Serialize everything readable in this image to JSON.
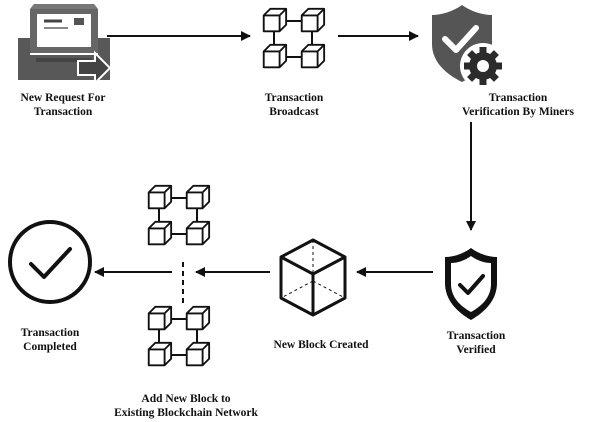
{
  "steps": {
    "new_request": {
      "line1": "New Request For",
      "line2": "Transaction"
    },
    "broadcast": {
      "line1": "Transaction",
      "line2": "Broadcast"
    },
    "verification": {
      "line1": "Transaction",
      "line2": "Verification By Miners"
    },
    "verified": {
      "line1": "Transaction",
      "line2": "Verified"
    },
    "new_block": {
      "line1": "New Block Created"
    },
    "add_block": {
      "line1": "Add New Block to",
      "line2": "Existing Blockchain Network"
    },
    "completed": {
      "line1": "Transaction",
      "line2": "Completed"
    }
  },
  "colors": {
    "ink": "#111111",
    "icon_fill": "#555555",
    "icon_dark": "#2b2b2b",
    "background": "#ffffff"
  },
  "icons": [
    "envelope-tray-icon",
    "blockchain-cubes-icon",
    "shield-gear-icon",
    "shield-check-icon",
    "cube-icon",
    "check-circle-icon"
  ]
}
